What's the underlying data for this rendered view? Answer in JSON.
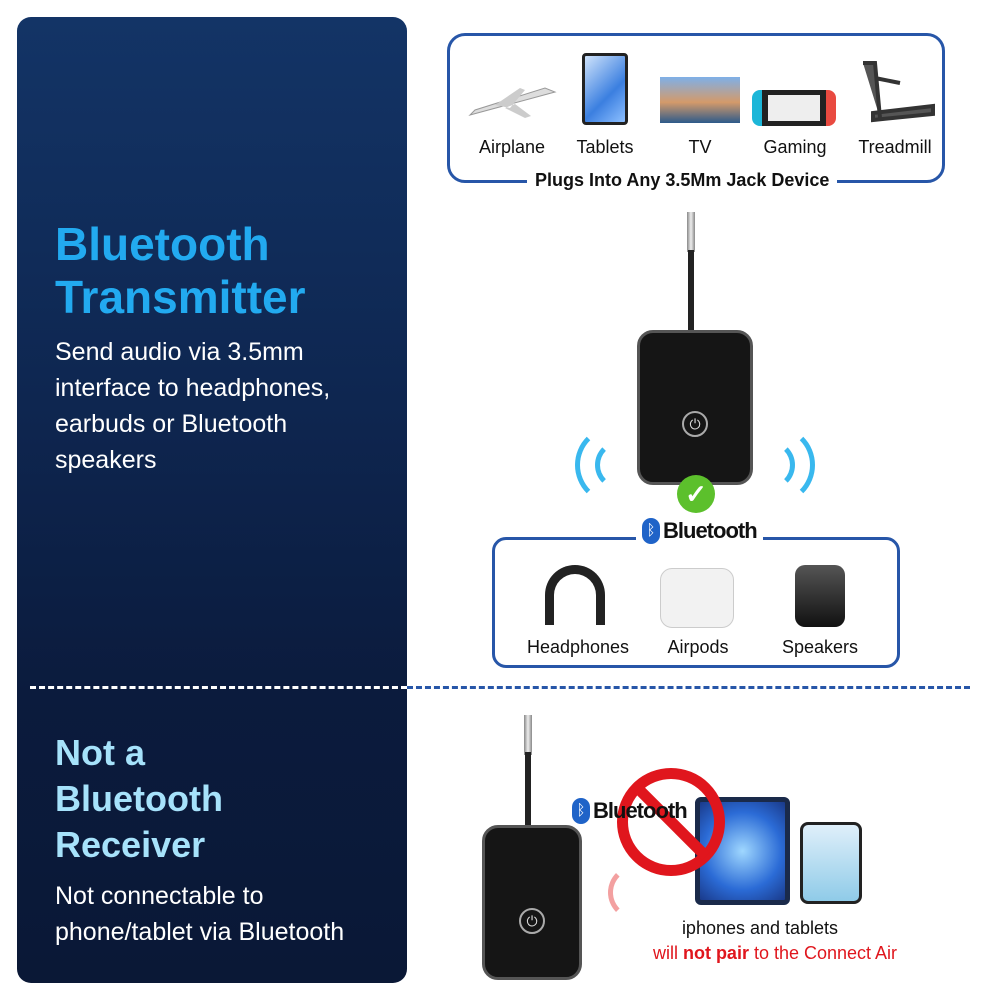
{
  "left_panel": {
    "title_line1": "Bluetooth",
    "title_line2": "Transmitter",
    "description_lines": [
      "Send audio via 3.5mm",
      "interface to headphones,",
      "earbuds or Bluetooth",
      "speakers"
    ],
    "subtitle_lines": [
      "Not a",
      "Bluetooth",
      "Receiver"
    ],
    "sub_description_lines": [
      "Not connectable to",
      "phone/tablet via Bluetooth"
    ]
  },
  "source_devices": {
    "items": [
      "Airplane",
      "Tablets",
      "TV",
      "Gaming",
      "Treadmill"
    ],
    "caption": "Plugs Into Any 3.5Mm Jack Device"
  },
  "bluetooth_label": "Bluetooth",
  "target_devices": {
    "items": [
      "Headphones",
      "Airpods",
      "Speakers"
    ]
  },
  "bottom": {
    "bluetooth_label": "Bluetooth",
    "line1": "iphones and tablets",
    "line2_prefix": "will ",
    "line2_bold": "not pair",
    "line2_suffix": " to the Connect Air"
  },
  "colors": {
    "accent": "#22aaf0",
    "panel": "#0e2650",
    "border": "#2756a8",
    "warning": "#e0161d"
  }
}
